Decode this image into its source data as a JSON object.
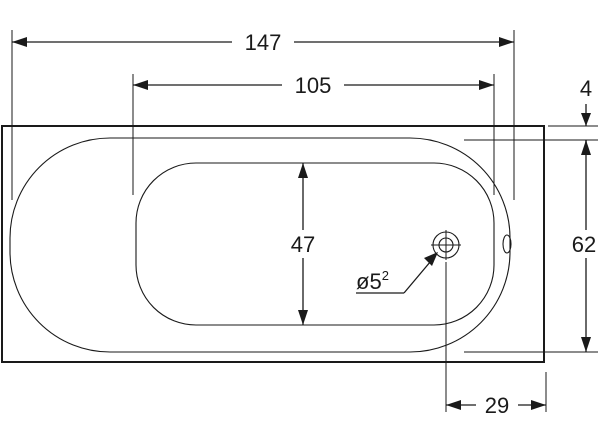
{
  "dimensions": {
    "overall_length": "147",
    "inner_length": "105",
    "rim_offset": "4",
    "overall_width": "62",
    "inner_width": "47",
    "drain_offset": "29"
  },
  "drain": {
    "diameter_prefix": "ø5",
    "diameter_superscript": "2"
  }
}
